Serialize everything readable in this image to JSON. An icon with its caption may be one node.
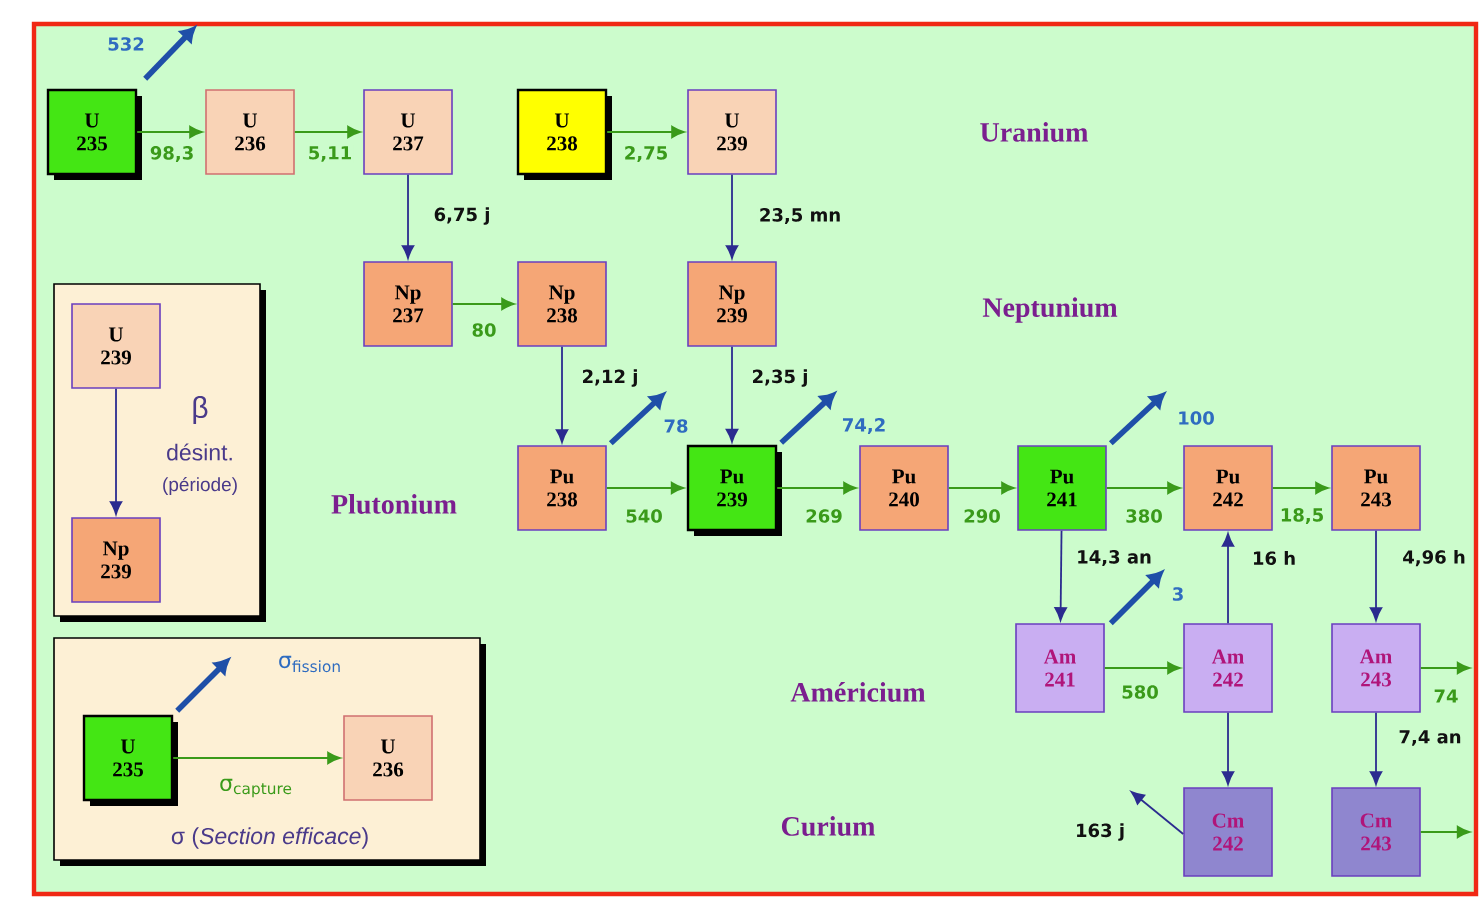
{
  "diagram": {
    "nodes": [
      {
        "text": [
          "U 235"
        ]
      },
      {
        "text": [
          "U 236"
        ]
      },
      {
        "text": [
          "U 237"
        ]
      },
      {
        "text": [
          "U 238"
        ]
      },
      {
        "text": [
          "U 239"
        ]
      },
      {
        "text": [
          "Np 237"
        ]
      },
      {
        "text": [
          "Np 238"
        ]
      },
      {
        "text": [
          "Np 239"
        ]
      },
      {
        "text": [
          "β",
          "désint.",
          "(période)"
        ]
      },
      {
        "text": [
          "U 239"
        ],
        "in": 8
      },
      {
        "text": [
          "Np 239"
        ],
        "in": 8
      },
      {
        "text": [
          "Pu 238"
        ]
      },
      {
        "text": [
          "Pu 239"
        ]
      },
      {
        "text": [
          "Pu 240"
        ]
      },
      {
        "text": [
          "Pu 241"
        ]
      },
      {
        "text": [
          "Pu 242"
        ]
      },
      {
        "text": [
          "Pu 243"
        ]
      },
      {
        "text": [
          "σ (*Section efficace*)"
        ]
      },
      {
        "text": [
          "U 235"
        ],
        "in": 17
      },
      {
        "text": [
          "U 236"
        ],
        "in": 17
      },
      {
        "text": [
          "Am 241"
        ]
      },
      {
        "text": [
          "Am 242"
        ]
      },
      {
        "text": [
          "Am 243"
        ]
      },
      {
        "text": [
          "Cm 242"
        ]
      },
      {
        "text": [
          "Cm 243"
        ]
      }
    ],
    "edges": [
      {
        "from": 0,
        "to": 1,
        "arrow": "to",
        "label": "98,3"
      },
      {
        "from": 1,
        "to": 2,
        "arrow": "to",
        "label": "5,11"
      },
      {
        "from": 3,
        "to": 4,
        "arrow": "to",
        "label": "2,75"
      },
      {
        "from": 2,
        "to": 5,
        "arrow": "to",
        "label": "6,75 j",
        "color": "#2b2b8f"
      },
      {
        "from": 4,
        "to": 7,
        "arrow": "to",
        "label": "23,5 mn",
        "color": "#2b2b8f"
      },
      {
        "from": 5,
        "to": 6,
        "arrow": "to",
        "label": "80"
      },
      {
        "from": 6,
        "to": 11,
        "arrow": "to",
        "label": "2,12 j",
        "color": "#2b2b8f"
      },
      {
        "from": 7,
        "to": 12,
        "arrow": "to",
        "label": "2,35 j",
        "color": "#2b2b8f"
      },
      {
        "from": 9,
        "to": 10,
        "arrow": "to",
        "color": "#2b2b8f"
      },
      {
        "from": 18,
        "to": 19,
        "arrow": "to",
        "label": "σ$_{capture}$"
      },
      {
        "from": 18,
        "to": null,
        "arrow": "to",
        "label": "σ$_{fission}$",
        "style": "thick",
        "color": "#1f4fa8"
      },
      {
        "from": 0,
        "to": null,
        "arrow": "to",
        "label": "532",
        "style": "thick",
        "color": "#1f4fa8"
      },
      {
        "from": 11,
        "to": null,
        "arrow": "to",
        "label": "78",
        "style": "thick",
        "color": "#1f4fa8"
      },
      {
        "from": 12,
        "to": null,
        "arrow": "to",
        "label": "74,2",
        "style": "thick",
        "color": "#1f4fa8"
      },
      {
        "from": 14,
        "to": null,
        "arrow": "to",
        "label": "100",
        "style": "thick",
        "color": "#1f4fa8"
      },
      {
        "from": 11,
        "to": 12,
        "arrow": "to",
        "label": "540"
      },
      {
        "from": 12,
        "to": 13,
        "arrow": "to",
        "label": "269"
      },
      {
        "from": 13,
        "to": 14,
        "arrow": "to",
        "label": "290"
      },
      {
        "from": 14,
        "to": 15,
        "arrow": "to",
        "label": "380"
      },
      {
        "from": 15,
        "to": 16,
        "arrow": "to",
        "label": "18,5"
      },
      {
        "from": 14,
        "to": 20,
        "arrow": "to",
        "label": "14,3 an",
        "color": "#2b2b8f"
      },
      {
        "from": 21,
        "to": 15,
        "arrow": "to",
        "label": "16 h",
        "color": "#2b2b8f"
      },
      {
        "from": 16,
        "to": 22,
        "arrow": "to",
        "label": "4,96 h",
        "color": "#2b2b8f"
      },
      {
        "from": 20,
        "to": null,
        "arrow": "to",
        "label": "3",
        "style": "thick",
        "color": "#1f4fa8"
      },
      {
        "from": 20,
        "to": 21,
        "arrow": "to",
        "label": "580"
      },
      {
        "from": 22,
        "to": null,
        "arrow": "to",
        "label": "74"
      },
      {
        "from": 21,
        "to": 23,
        "arrow": "to",
        "color": "#2b2b8f"
      },
      {
        "from": 22,
        "to": 24,
        "arrow": "to",
        "label": "7,4 an",
        "color": "#2b2b8f"
      },
      {
        "from": 23,
        "to": null,
        "arrow": "to",
        "label": "163 j",
        "color": "#2b2b8f"
      },
      {
        "from": 24,
        "to": null,
        "arrow": "to"
      }
    ],
    "labels": [
      "Uranium",
      "Neptunium",
      "Plutonium",
      "Américium",
      "Curium"
    ]
  }
}
